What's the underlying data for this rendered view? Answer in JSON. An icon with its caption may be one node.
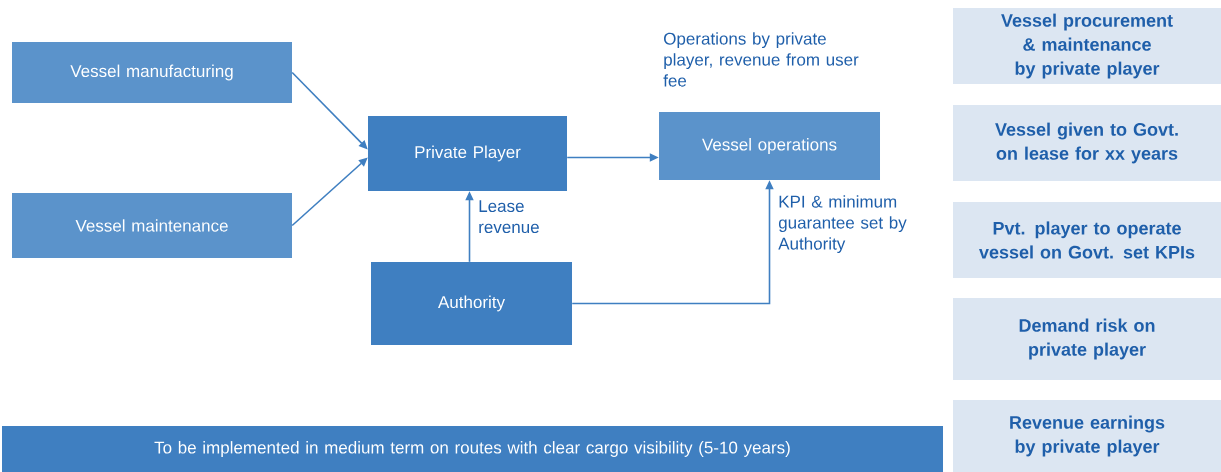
{
  "diagram": {
    "nodes": [
      {
        "text": [
          "Vessel manufacturing"
        ]
      },
      {
        "text": [
          "Vessel maintenance"
        ]
      },
      {
        "text": [
          "Private Player"
        ]
      },
      {
        "text": [
          "Vessel operations"
        ],
        "beside": [
          "Operations by private player, revenue from user fee"
        ]
      },
      {
        "text": [
          "Authority"
        ]
      },
      {
        "text": [
          "Vessel procurement & maintenance by private player"
        ]
      },
      {
        "text": [
          "Vessel given to Govt. on lease for xx years"
        ]
      },
      {
        "text": [
          "Pvt. player to operate vessel on Govt. set KPIs"
        ]
      },
      {
        "text": [
          "Demand risk on private player"
        ]
      },
      {
        "text": [
          "Revenue earnings by private player"
        ]
      },
      {
        "text": [
          "To be implemented in medium  term on routes with clear cargo visibility (5-10 years)"
        ]
      }
    ],
    "edges": [
      {
        "from": 0,
        "to": 2,
        "arrow": "to"
      },
      {
        "from": 1,
        "to": 2,
        "arrow": "to"
      },
      {
        "from": 2,
        "to": 3,
        "arrow": "to"
      },
      {
        "from": 4,
        "to": 2,
        "arrow": "to",
        "label": "Lease revenue"
      },
      {
        "from": 4,
        "to": 3,
        "arrow": "to",
        "label": "KPI & minimum guarantee set by Authority"
      }
    ]
  }
}
